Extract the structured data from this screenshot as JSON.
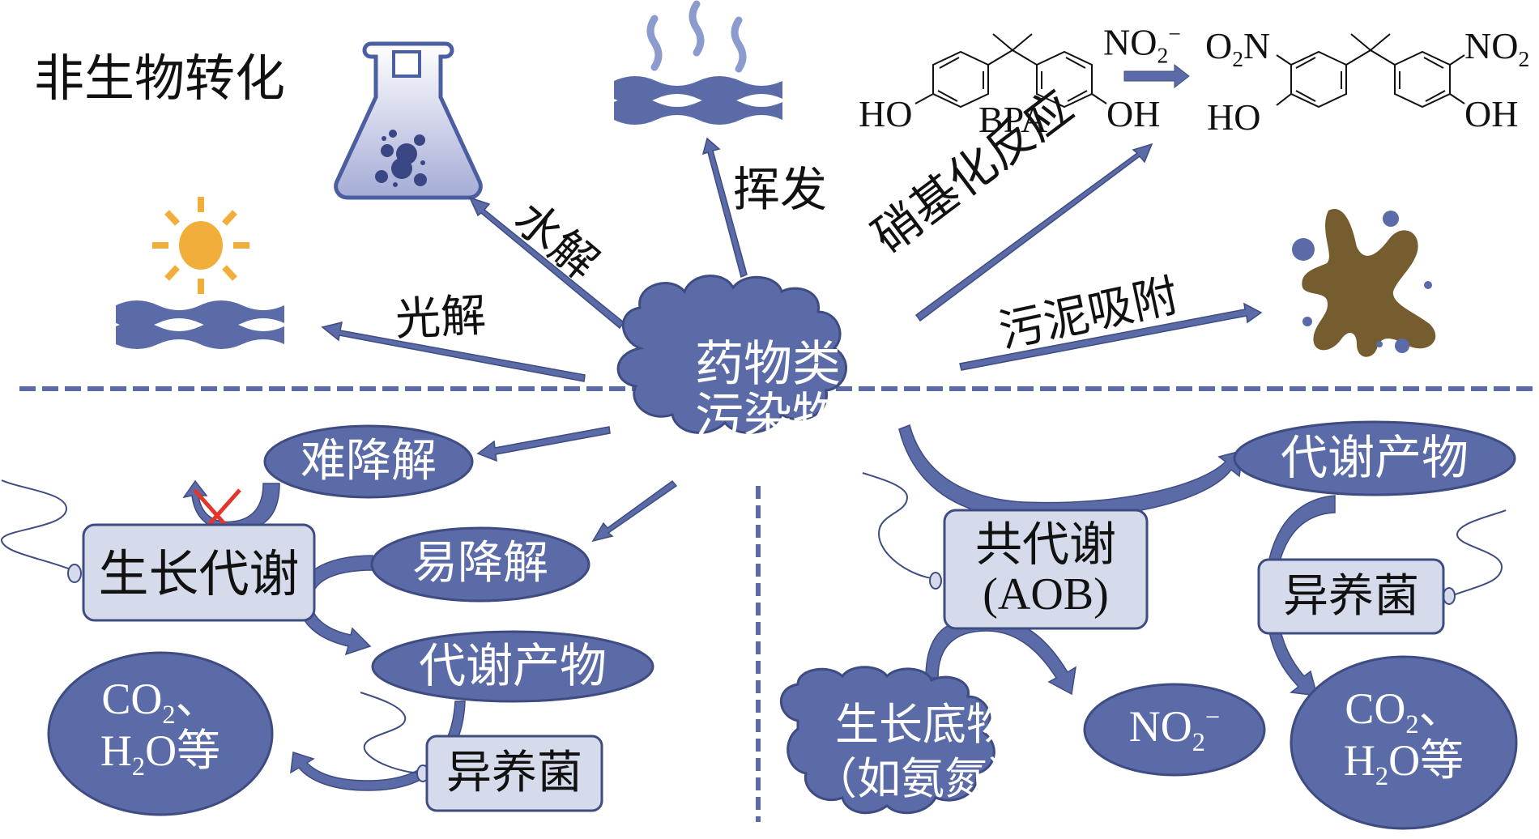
{
  "section_title": "非生物转化",
  "colors": {
    "primary_blue": "#5a6ba8",
    "dark_outline": "#3f4c82",
    "box_fill": "#d6dbeb",
    "sun": "#f2ae3a",
    "sludge": "#765d2f",
    "cross": "#e2352b",
    "steam": "#8b9bcd"
  },
  "center_node": {
    "line1": "药物类",
    "line2": "污染物"
  },
  "abiotic_pathways": [
    {
      "id": "photolysis",
      "label": "光解",
      "target_icon": "sun-over-water-icon"
    },
    {
      "id": "hydrolysis",
      "label": "水解",
      "target_icon": "flask-icon"
    },
    {
      "id": "volatilization",
      "label": "挥发",
      "target_icon": "steam-water-icon"
    },
    {
      "id": "nitration",
      "label": "硝基化反应",
      "target_icon": "bpa-nitration-scheme"
    },
    {
      "id": "sludge_adsorption",
      "label": "污泥吸附",
      "target_icon": "sludge-splash-icon"
    }
  ],
  "nitration_scheme": {
    "reactant_label": "BPA",
    "reactant_left_group": "HO",
    "reactant_right_group": "OH",
    "reagent": "NO",
    "reagent_sub": "2",
    "reagent_sup": "−",
    "product_left_top": "O",
    "product_left_top_sub": "2",
    "product_left_top_tail": "N",
    "product_right_top": "NO",
    "product_right_top_sub": "2",
    "product_left_bottom": "HO",
    "product_right_bottom": "OH"
  },
  "growth_metabolism": {
    "box_label": "生长代谢",
    "hard_node": "难降解",
    "easy_node": "易降解",
    "metabolite_node": "代谢产物",
    "hetero_box": "异养菌",
    "end_line1_main": "CO",
    "end_line1_sub": "2",
    "end_line1_tail": "、",
    "end_line2_main": "H",
    "end_line2_sub": "2",
    "end_line2_tail": "O等"
  },
  "cometabolism": {
    "box_line1": "共代谢",
    "box_line2": "(AOB)",
    "metabolite_node": "代谢产物",
    "hetero_box": "异养菌",
    "substrate_line1": "生长底物",
    "substrate_line2": "（如氨氮）",
    "nitrite_main": "NO",
    "nitrite_sub": "2",
    "nitrite_sup": "−",
    "end_line1_main": "CO",
    "end_line1_sub": "2",
    "end_line1_tail": "、",
    "end_line2_main": "H",
    "end_line2_sub": "2",
    "end_line2_tail": "O等"
  }
}
